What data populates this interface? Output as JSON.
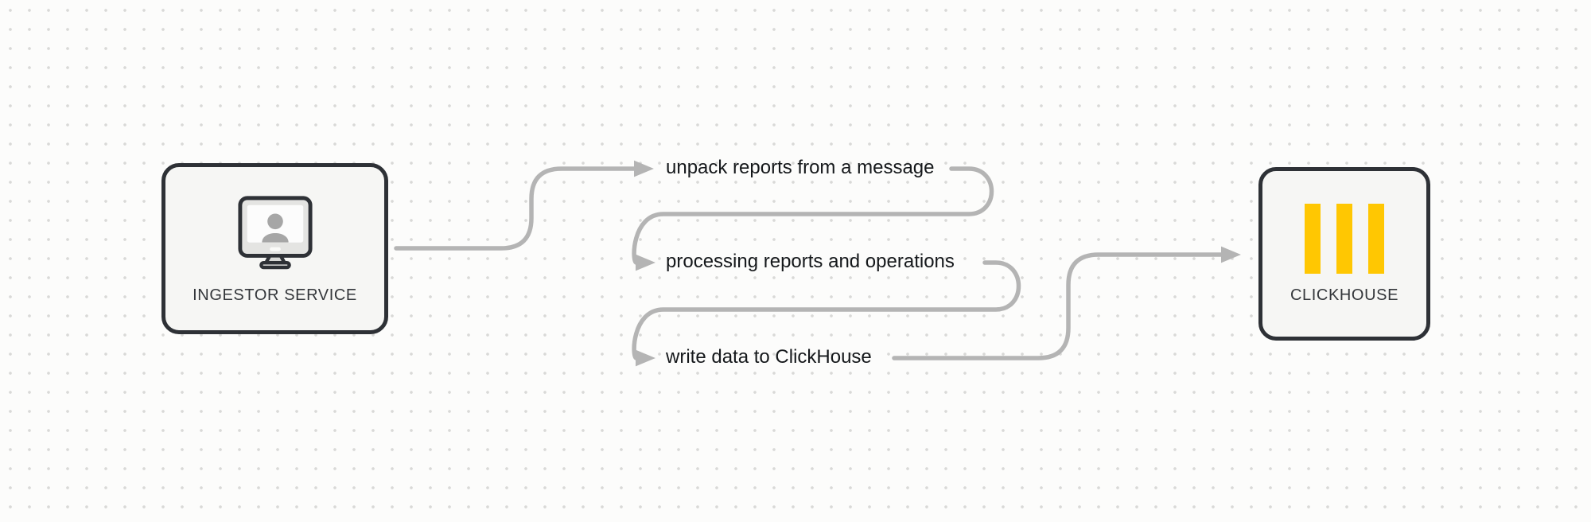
{
  "diagram": {
    "nodes": {
      "ingestor": {
        "label": "INGESTOR SERVICE",
        "icon": "user-monitor-icon"
      },
      "clickhouse": {
        "label": "CLICKHOUSE",
        "icon": "clickhouse-logo-icon"
      }
    },
    "steps": [
      {
        "label": "unpack reports from a message"
      },
      {
        "label": "processing reports and operations"
      },
      {
        "label": "write data to ClickHouse"
      }
    ],
    "icons": {
      "connector_end": "arrowhead-icon",
      "ingestor": "user-monitor-icon",
      "clickhouse": "clickhouse-logo-icon"
    },
    "colors": {
      "canvas_background": "#fcfcfb",
      "dot_grid": "#d9d9d7",
      "connector": "#b4b4b4",
      "node_border": "#2e3136",
      "node_background": "#f6f6f4",
      "node_label_text": "#34373b",
      "step_text": "#15181b",
      "accent_yellow": "#ffc702",
      "monitor_bezel": "#e4e4e2",
      "monitor_screen": "#fcfcfc",
      "person_silhouette": "#a6a6a6"
    }
  }
}
